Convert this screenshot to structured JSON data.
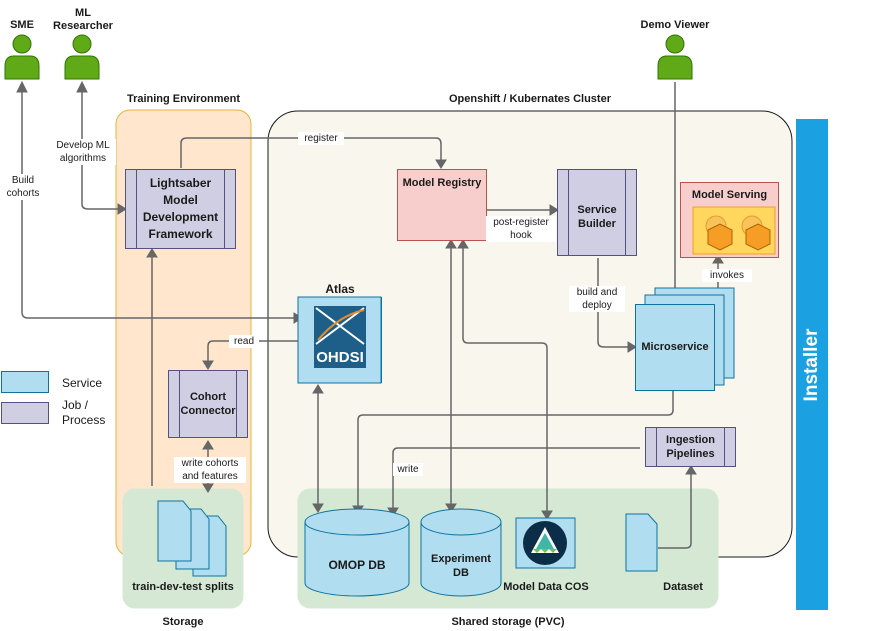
{
  "actors": {
    "sme": "SME",
    "ml_researcher": "ML\nResearcher",
    "demo_viewer": "Demo Viewer"
  },
  "regions": {
    "training_env": "Training Environment",
    "cluster": "Openshift / Kubernates Cluster",
    "storage": "Storage",
    "shared_storage": "Shared storage (PVC)",
    "installer": "Installer"
  },
  "nodes": {
    "lightsaber": "Lightsaber\nModel\nDevelopment\nFramework",
    "model_registry": "Model Registry",
    "service_builder": "Service\nBuilder",
    "model_serving": "Model Serving",
    "atlas": "Atlas",
    "ohdsi": "OHDSI",
    "cohort_connector": "Cohort\nConnector",
    "microservice": "Microservice",
    "ingestion": "Ingestion\nPipelines",
    "splits": "train-dev-test splits",
    "omop_db": "OMOP DB",
    "experiment_db": "Experiment\nDB",
    "model_data_cos": "Model Data COS",
    "dataset": "Dataset"
  },
  "edges": {
    "build_cohorts": "Build\ncohorts",
    "develop_ml": "Develop ML\nalgorithms",
    "register": "register",
    "post_register": "post-register\nhook",
    "build_deploy": "build and\ndeploy",
    "invokes": "invokes",
    "read": "read",
    "write_cohorts": "write cohorts\nand features",
    "write": "write"
  },
  "legend": {
    "service": "Service",
    "job": "Job /\nProcess"
  },
  "colors": {
    "actor": "#60a917",
    "service_fill": "#b1ddf0",
    "job_fill": "#d0cee2",
    "training_fill": "#ffe6cc",
    "storage_fill": "#d5e8d4",
    "registry_fill": "#f8cecc",
    "installer": "#1ba1e2",
    "cluster_fill": "#f9f7ed"
  }
}
